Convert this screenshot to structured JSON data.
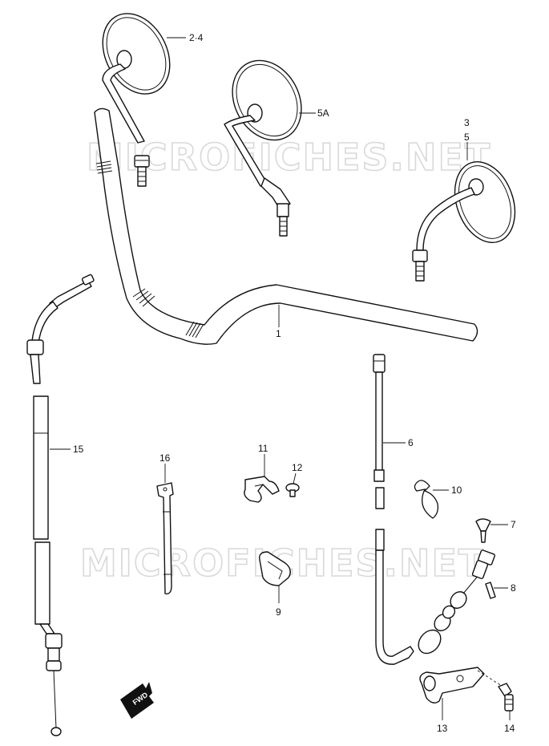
{
  "watermark": {
    "text": "MICROFICHES.NET"
  },
  "labels": {
    "p1": "1",
    "p24": "2·4",
    "p35a": "3",
    "p35b": "5",
    "p5a": "5A",
    "p6": "6",
    "p7": "7",
    "p8": "8",
    "p9": "9",
    "p10": "10",
    "p11": "11",
    "p12": "12",
    "p13": "13",
    "p14": "14",
    "p15": "15",
    "p16": "16",
    "fwd": "FWD"
  },
  "colors": {
    "ink": "#111111",
    "watermark": "#d9d9d9",
    "background": "#ffffff"
  }
}
